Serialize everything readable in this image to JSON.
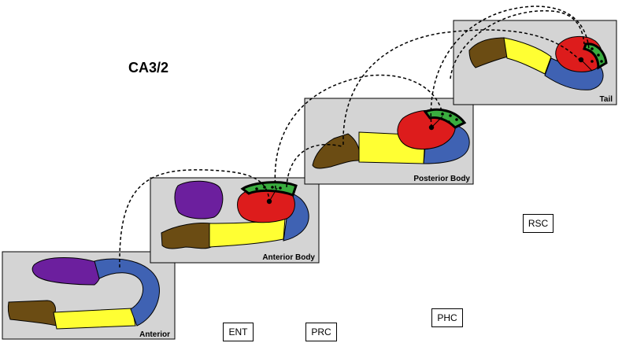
{
  "title": "CA3/2",
  "panels": {
    "anterior": "Anterior",
    "anterior_body": "Anterior Body",
    "posterior_body": "Posterior Body",
    "tail": "Tail"
  },
  "regions": {
    "ent": "ENT",
    "prc": "PRC",
    "phc": "PHC",
    "rsc": "RSC"
  },
  "colors": {
    "panel_bg": "#d4d4d4",
    "brown": "#6b4c13",
    "yellow": "#ffff33",
    "blue": "#3f62b3",
    "red": "#dd1c1c",
    "green": "#3aad3f",
    "purple": "#6c1f9e"
  }
}
